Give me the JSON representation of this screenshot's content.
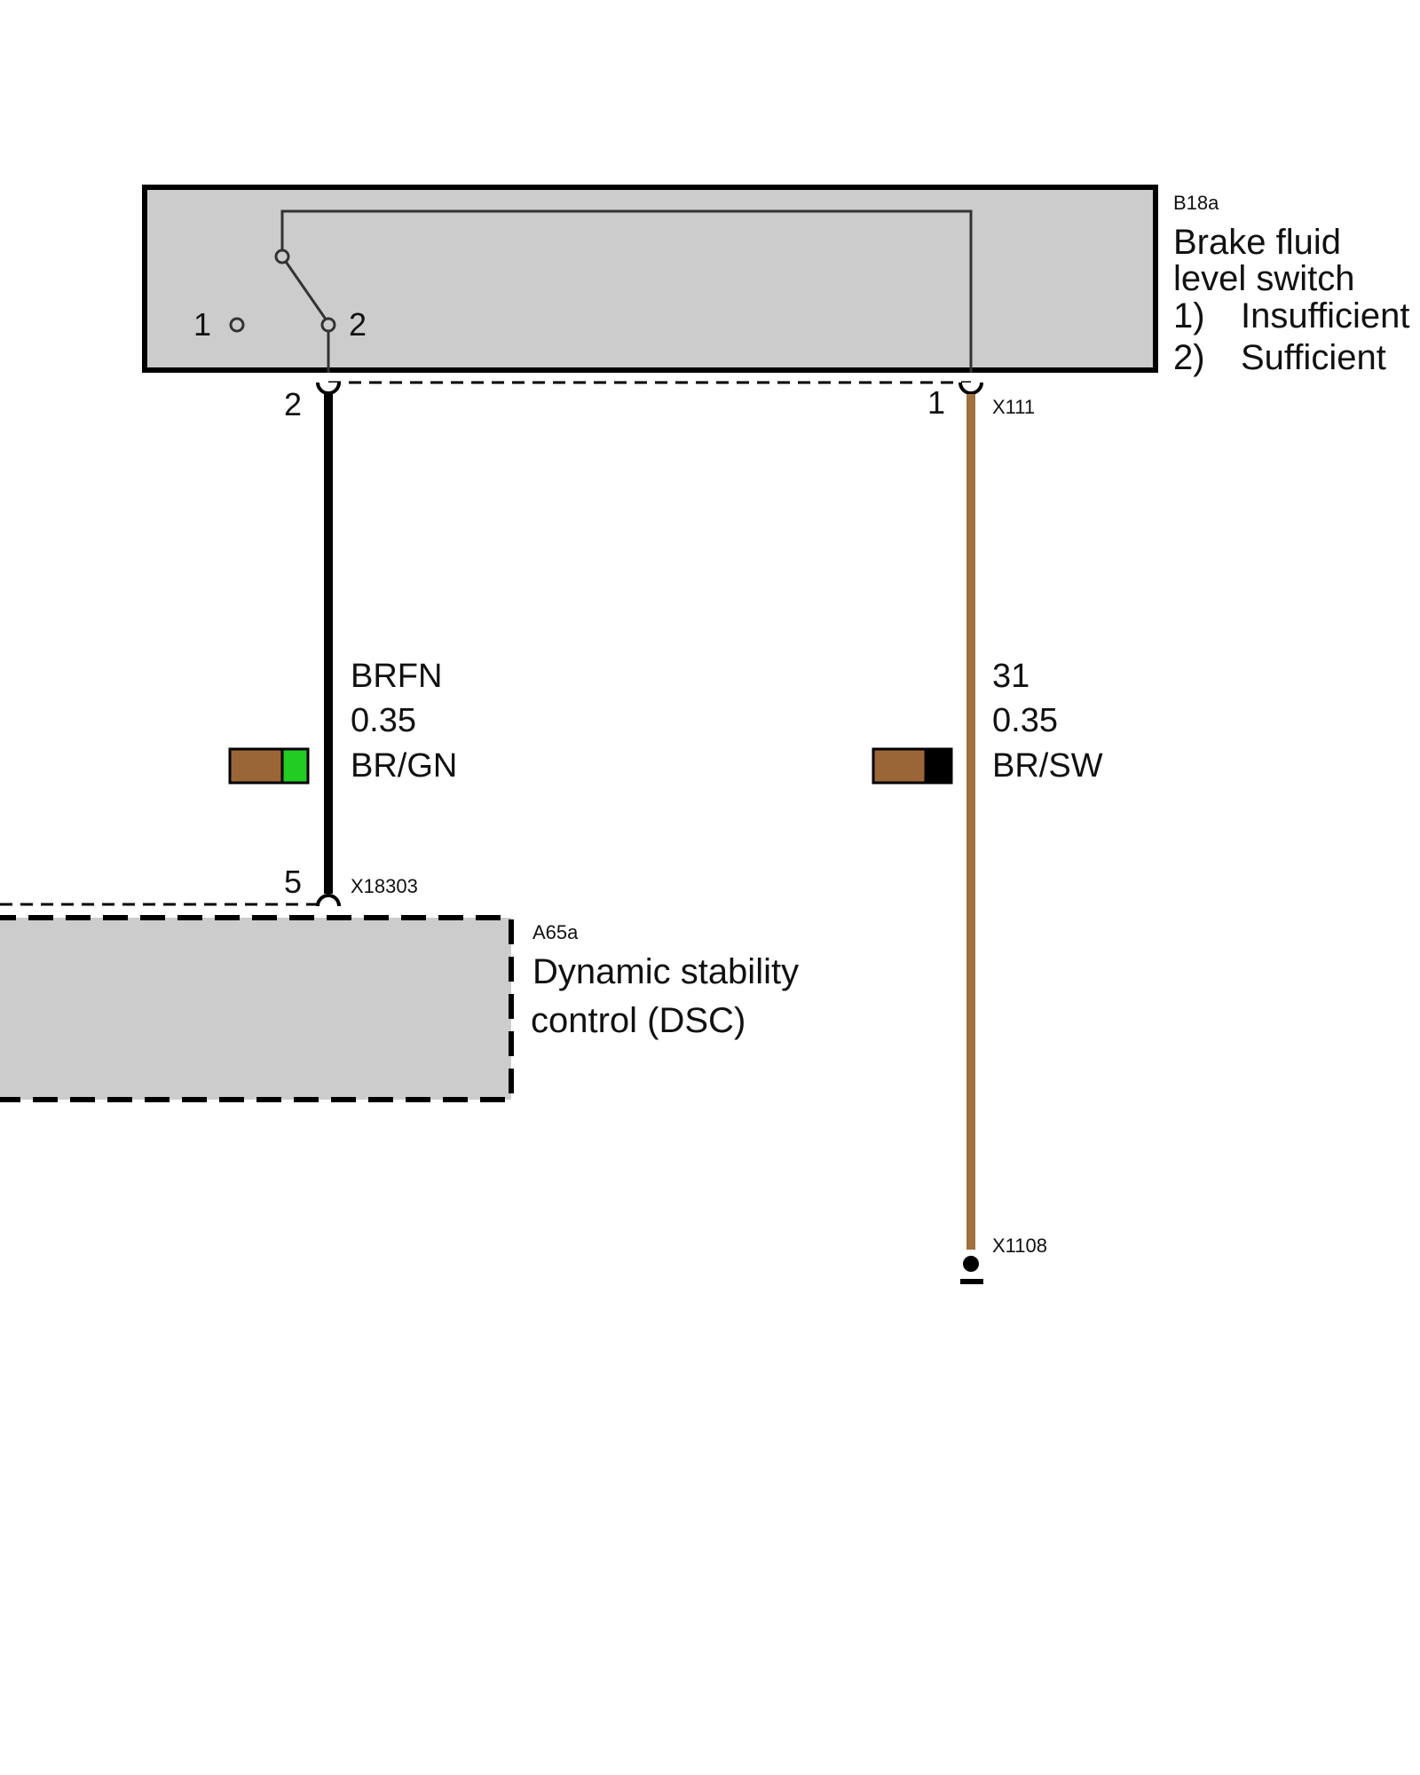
{
  "components": {
    "switch": {
      "ref": "B18a",
      "name_line1": "Brake fluid",
      "name_line2": "level switch",
      "legend": [
        {
          "num": "1)",
          "text": "Insufficient"
        },
        {
          "num": "2)",
          "text": "Sufficient"
        }
      ],
      "contact_labels": [
        "1",
        "2"
      ]
    },
    "dsc": {
      "ref": "A65a",
      "name_line1": "Dynamic stability",
      "name_line2": "control (DSC)"
    }
  },
  "connectors": {
    "x111": {
      "ref": "X111",
      "pin_left": "2",
      "pin_right": "1"
    },
    "x18303": {
      "ref": "X18303",
      "pin": "5"
    },
    "x1108": {
      "ref": "X1108"
    }
  },
  "wires": [
    {
      "signal": "BRFN",
      "size": "0.35",
      "color_code": "BR/GN",
      "colors": [
        "#9b6637",
        "#22cc22"
      ],
      "stroke": "#000000"
    },
    {
      "signal": "31",
      "size": "0.35",
      "color_code": "BR/SW",
      "colors": [
        "#9b6637",
        "#000000"
      ],
      "stroke": "#a0703f"
    }
  ],
  "colors": {
    "component_fill": "#cccccc",
    "outline": "#000000"
  }
}
